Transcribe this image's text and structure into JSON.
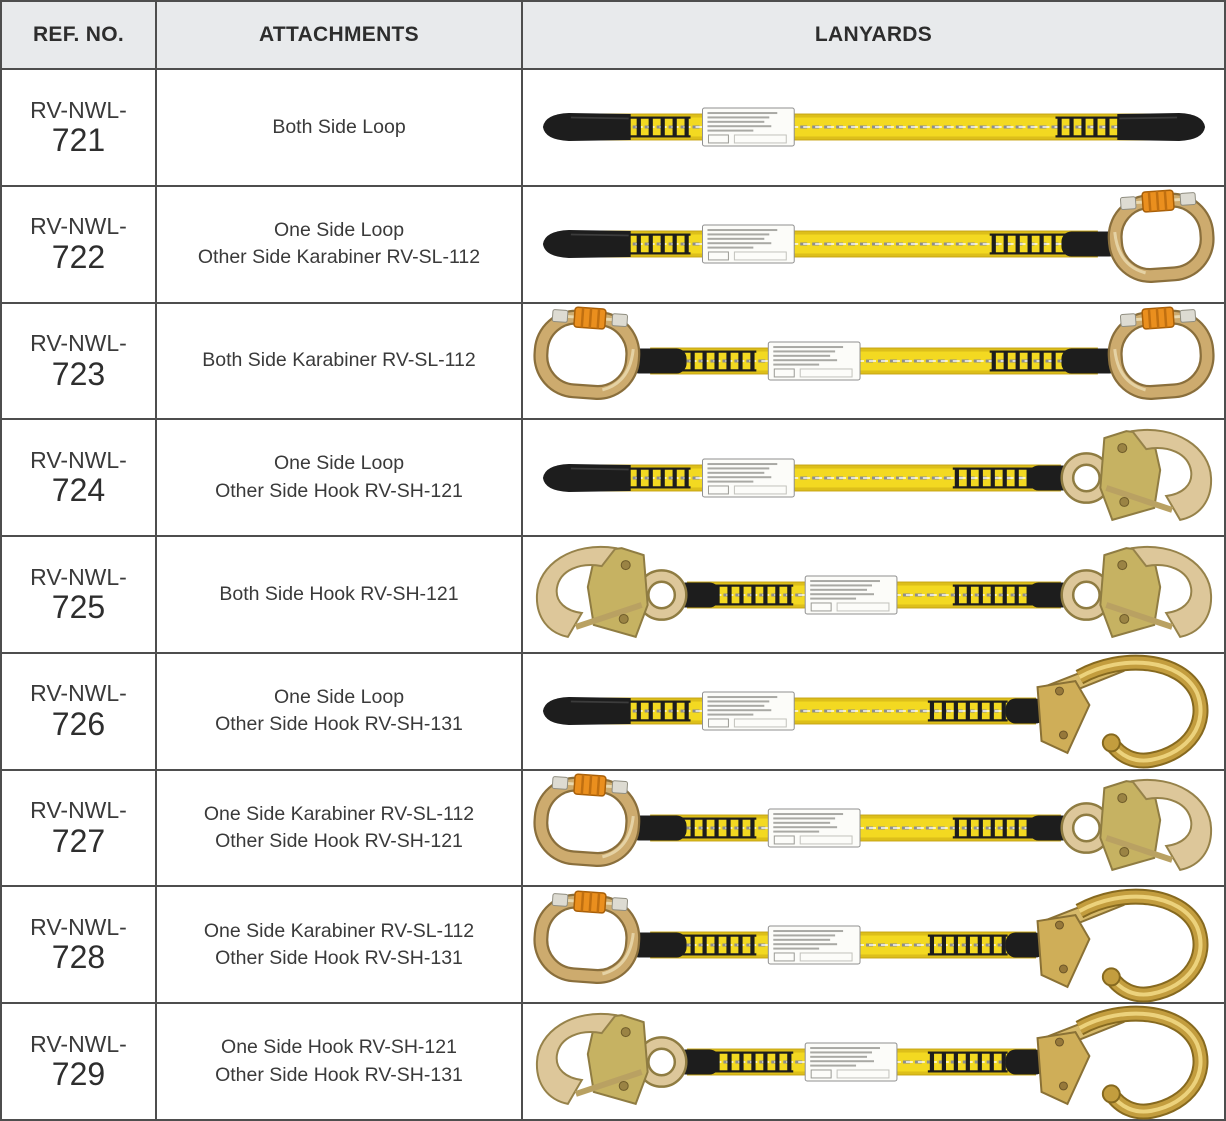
{
  "table": {
    "headers": [
      {
        "label": "REF. NO."
      },
      {
        "label": "ATTACHMENTS"
      },
      {
        "label": "LANYARDS"
      }
    ],
    "rows": [
      {
        "ref_prefix": "RV-NWL-",
        "ref_number": "721",
        "attachment_lines": [
          "Both Side Loop"
        ],
        "lanyard": {
          "left": "loop",
          "right": "loop"
        }
      },
      {
        "ref_prefix": "RV-NWL-",
        "ref_number": "722",
        "attachment_lines": [
          "One Side Loop",
          "Other Side Karabiner RV-SL-112"
        ],
        "lanyard": {
          "left": "loop",
          "right": "karabiner-rv-sl-112"
        }
      },
      {
        "ref_prefix": "RV-NWL-",
        "ref_number": "723",
        "attachment_lines": [
          "Both Side Karabiner RV-SL-112"
        ],
        "lanyard": {
          "left": "karabiner-rv-sl-112",
          "right": "karabiner-rv-sl-112"
        }
      },
      {
        "ref_prefix": "RV-NWL-",
        "ref_number": "724",
        "attachment_lines": [
          "One Side Loop",
          "Other Side Hook RV-SH-121"
        ],
        "lanyard": {
          "left": "loop",
          "right": "hook-rv-sh-121"
        }
      },
      {
        "ref_prefix": "RV-NWL-",
        "ref_number": "725",
        "attachment_lines": [
          "Both Side Hook RV-SH-121"
        ],
        "lanyard": {
          "left": "hook-rv-sh-121",
          "right": "hook-rv-sh-121"
        }
      },
      {
        "ref_prefix": "RV-NWL-",
        "ref_number": "726",
        "attachment_lines": [
          "One Side Loop",
          "Other Side Hook RV-SH-131"
        ],
        "lanyard": {
          "left": "loop",
          "right": "hook-rv-sh-131"
        }
      },
      {
        "ref_prefix": "RV-NWL-",
        "ref_number": "727",
        "attachment_lines": [
          "One Side Karabiner RV-SL-112",
          "Other Side Hook RV-SH-121"
        ],
        "lanyard": {
          "left": "karabiner-rv-sl-112",
          "right": "hook-rv-sh-121"
        }
      },
      {
        "ref_prefix": "RV-NWL-",
        "ref_number": "728",
        "attachment_lines": [
          "One Side Karabiner RV-SL-112",
          "Other Side Hook RV-SH-131"
        ],
        "lanyard": {
          "left": "karabiner-rv-sl-112",
          "right": "hook-rv-sh-131"
        }
      },
      {
        "ref_prefix": "RV-NWL-",
        "ref_number": "729",
        "attachment_lines": [
          "One Side Hook RV-SH-121",
          "Other Side Hook RV-SH-131"
        ],
        "lanyard": {
          "left": "hook-rv-sh-121",
          "right": "hook-rv-sh-131"
        }
      }
    ]
  },
  "colors": {
    "webbing_yellow": "#f3d921",
    "webbing_edge": "#c8a513",
    "fitting_black": "#1d1d1d",
    "karabiner_gold": "#cdab6e",
    "karabiner_gold_dark": "#8a6f3c",
    "karabiner_gold_light": "#e9d8ae",
    "sleeve_orange": "#ea8f1e",
    "sleeve_orange_dark": "#a85f08",
    "snap_hook_light": "#ddc79a",
    "snap_hook_body": "#c6b262",
    "snap_hook_dark": "#8f7c42",
    "scaffold_gold": "#c39d3e",
    "scaffold_dark": "#86691f",
    "scaffold_light": "#ecd27c",
    "header_bg": "#e8eaec",
    "border_gray": "#4e4e4e",
    "text_dark": "#3a3a3a"
  }
}
